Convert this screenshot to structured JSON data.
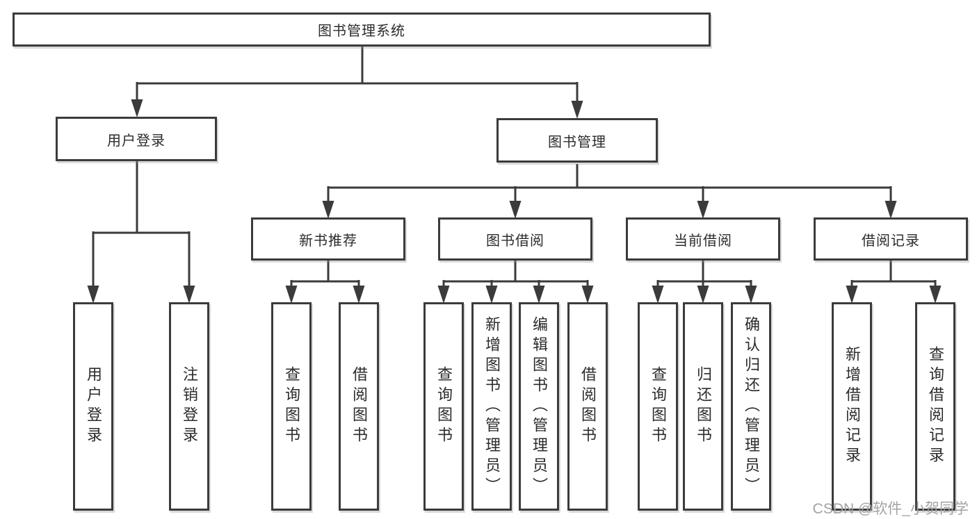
{
  "root": "图书管理系统",
  "branches": {
    "user_login": "用户登录",
    "book_mgmt": "图书管理"
  },
  "sections": {
    "new_book_rec": "新书推荐",
    "book_borrow": "图书借阅",
    "current_borrow": "当前借阅",
    "borrow_records": "借阅记录"
  },
  "leaves": {
    "user_login": [
      "用户登录",
      "注销登录"
    ],
    "new_book_rec": [
      "查询图书",
      "借阅图书"
    ],
    "book_borrow": [
      "查询图书",
      "新增图书（管理员）",
      "编辑图书（管理员）",
      "借阅图书"
    ],
    "current_borrow": [
      "查询图书",
      "归还图书",
      "确认归还（管理员）"
    ],
    "borrow_records": [
      "新增借阅记录",
      "查询借阅记录"
    ]
  },
  "watermark": "CSDN @软件_小贺同学",
  "colors": {
    "line": "#3b3b3b",
    "text": "#2b2b2b",
    "background": "#ffffff",
    "watermark": "#a3a3a3"
  }
}
